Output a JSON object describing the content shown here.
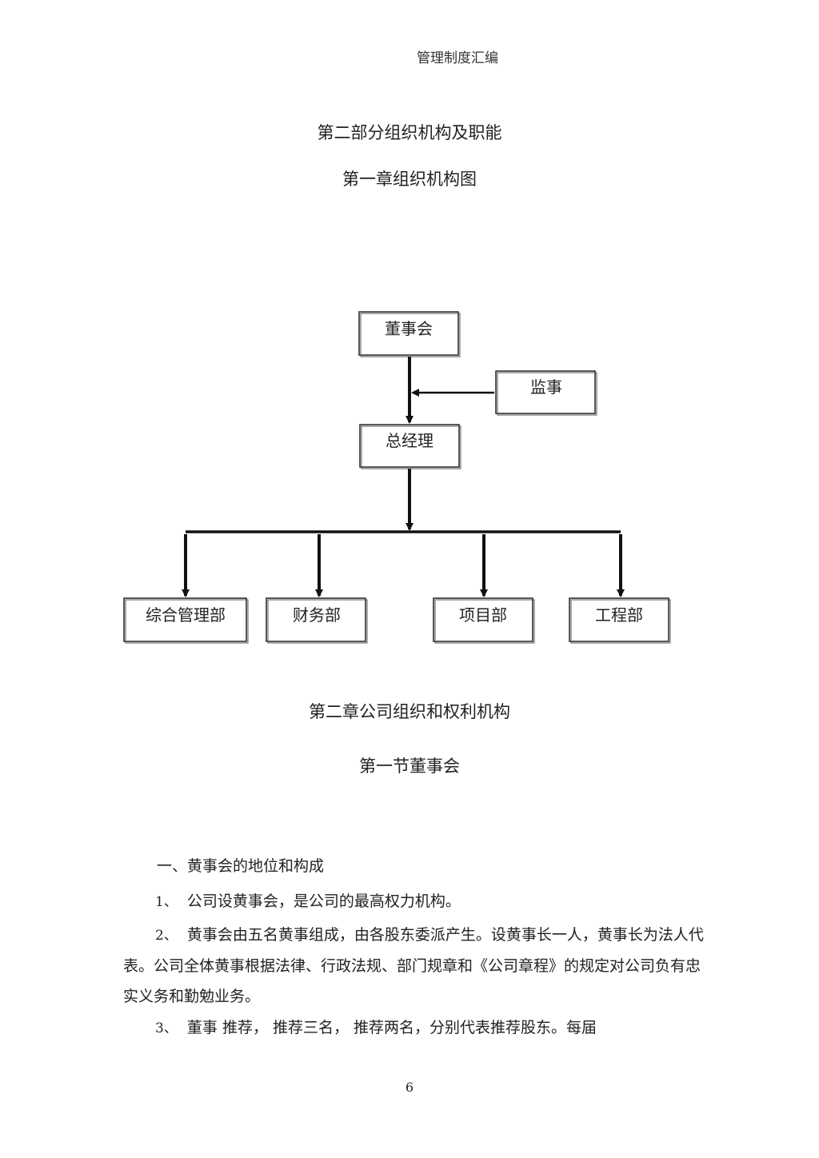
{
  "header": {
    "running_title": "管理制度汇编"
  },
  "part_title": "第二部分组织机构及职能",
  "chapter1_title": "第一章组织机构图",
  "org_chart": {
    "nodes": {
      "board": "董事会",
      "supervisor": "监事",
      "general_manager": "总经理",
      "dept_admin": "综合管理部",
      "dept_finance": "财务部",
      "dept_project": "项目部",
      "dept_engineering": "工程部"
    }
  },
  "chapter2_title": "第二章公司组织和权利机构",
  "section1_title": "第一节董事会",
  "body": {
    "heading1": "一、黄事会的地位和构成",
    "items": [
      {
        "num": "1、",
        "text": "公司设黄事会，是公司的最高权力机构。"
      },
      {
        "num": "2、",
        "text": "黄事会由五名黄事组成，由各股东委派产生。设黄事长一人，黄事长为法人代表。公司全体黄事根据法律、行政法规、部门规章和《公司章程》的规定对公司负有忠实义务和勤勉业务。"
      },
      {
        "num": "3、",
        "text": "董事 推荐， 推荐三名， 推荐两名，分别代表推荐股东。每届"
      }
    ]
  },
  "footer": {
    "page_number": "6"
  }
}
